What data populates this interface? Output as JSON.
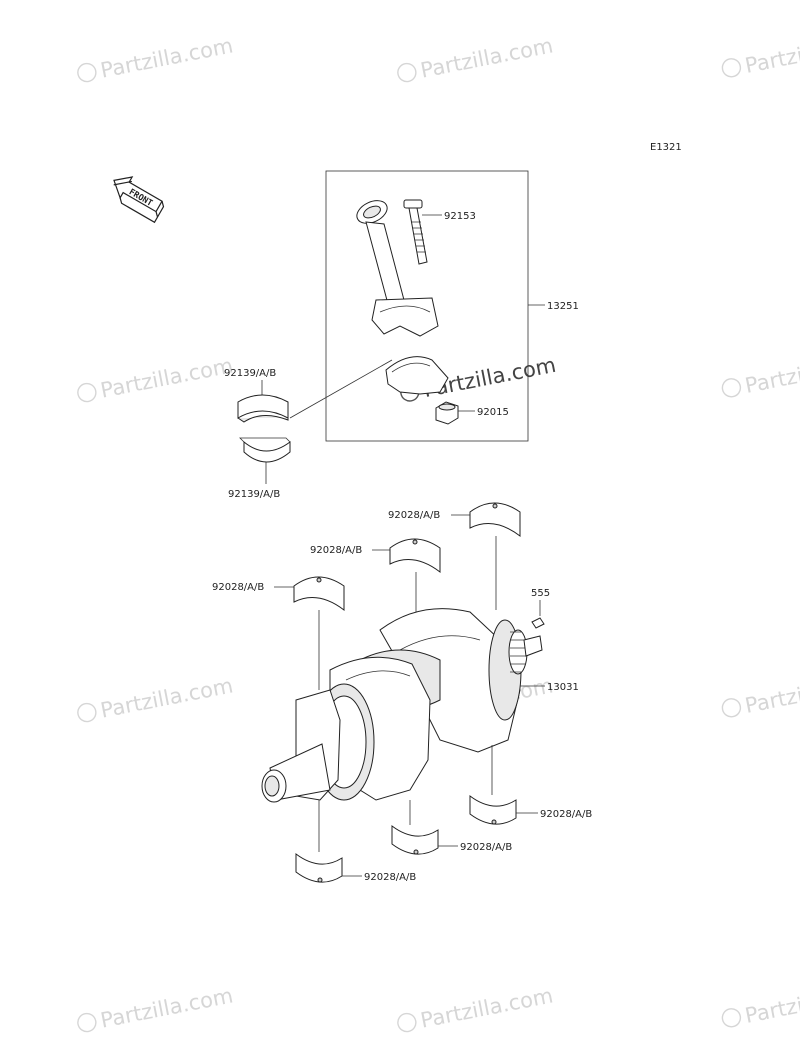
{
  "diagram": {
    "code": "E1321",
    "front_label": "FRONT",
    "watermark": "Partzilla.com",
    "callouts": {
      "p92153": "92153",
      "p13251": "13251",
      "p92015": "92015",
      "p92139_top": "92139/A/B",
      "p92139_bottom": "92139/A/B",
      "p555": "555",
      "p13031": "13031",
      "p92028_1": "92028/A/B",
      "p92028_2": "92028/A/B",
      "p92028_3": "92028/A/B",
      "p92028_4": "92028/A/B",
      "p92028_5": "92028/A/B",
      "p92028_6": "92028/A/B"
    }
  }
}
